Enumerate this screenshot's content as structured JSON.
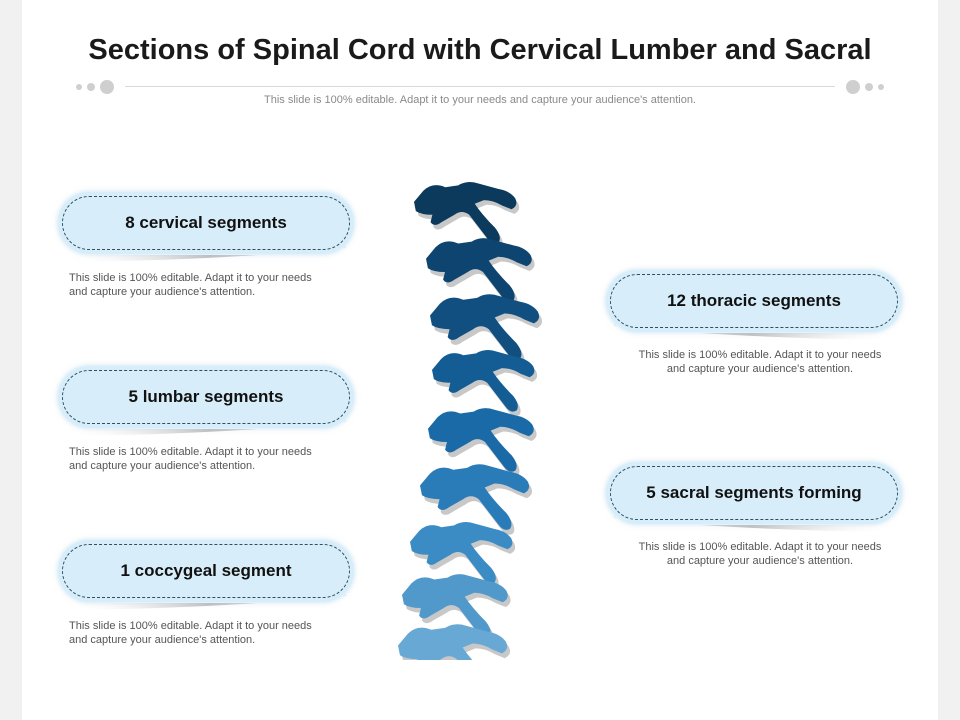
{
  "slide": {
    "title": "Sections of Spinal Cord with Cervical Lumber and Sacral",
    "subtitle": "This slide is 100% editable. Adapt it to your needs and capture your audience's attention."
  },
  "sections": [
    {
      "label": "8 cervical segments",
      "description": "This slide is 100% editable. Adapt it to your needs and capture your audience's attention."
    },
    {
      "label": "5 lumbar segments",
      "description": "This slide is 100% editable. Adapt it to your needs and capture your audience's attention."
    },
    {
      "label": "1 coccygeal segment",
      "description": "This slide is 100% editable. Adapt it to your needs and capture your audience's attention."
    },
    {
      "label": "12 thoracic segments",
      "description": "This slide is 100% editable. Adapt it to your needs and capture your audience's attention."
    },
    {
      "label": "5 sacral segments forming",
      "description": "This slide is 100% editable. Adapt it to your needs and capture your audience's attention."
    }
  ],
  "colors": {
    "pill_fill": "#d7eefa",
    "vertebra_shades": [
      "#0c3a5c",
      "#0e4470",
      "#114f80",
      "#135c94",
      "#1a6aa8",
      "#2a7cb8",
      "#3b8cc4",
      "#5199cb",
      "#68a8d4"
    ]
  },
  "icons": {
    "spine": "spinal-column-illustration"
  }
}
